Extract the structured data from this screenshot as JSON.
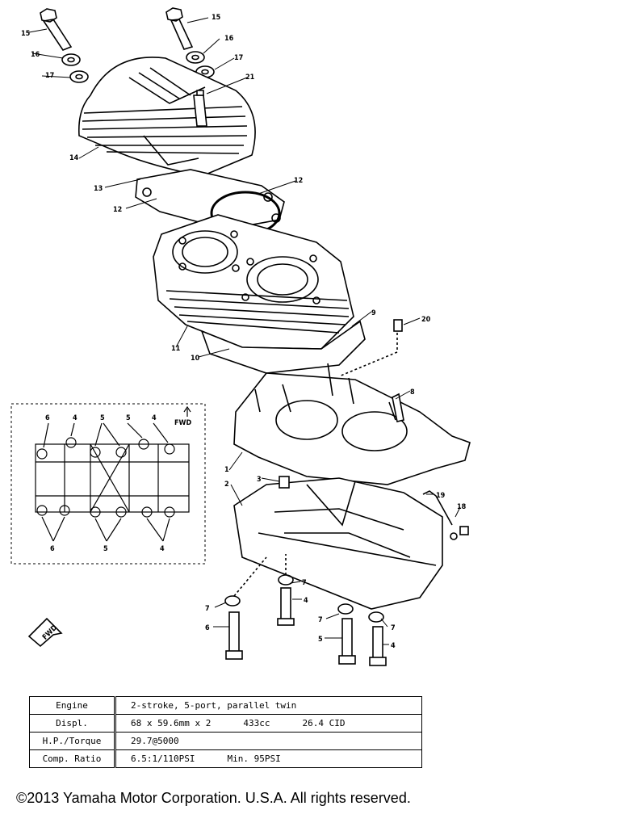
{
  "callouts": {
    "c15a": "15",
    "c15b": "15",
    "c16a": "16",
    "c16b": "16",
    "c17a": "17",
    "c17b": "17",
    "c21": "21",
    "c14": "14",
    "c13": "13",
    "c12a": "12",
    "c12b": "12",
    "c11": "11",
    "c10": "10",
    "c9": "9",
    "c20": "20",
    "c8": "8",
    "c1": "1",
    "c2": "2",
    "c3": "3",
    "c19": "19",
    "c18": "18",
    "c7a": "7",
    "c7b": "7",
    "c7c": "7",
    "c7d": "7",
    "c4": "4",
    "c6": "6",
    "c5": "5",
    "c4b": "4"
  },
  "inset": {
    "fwd_label": "FWD",
    "top_labels": [
      "6",
      "4",
      "5",
      "5",
      "4"
    ],
    "bottom_labels": [
      "6",
      "5",
      "4"
    ]
  },
  "fwd_arrow_label": "FWD",
  "spec_table": {
    "rows": [
      {
        "label": "Engine",
        "value": "2-stroke, 5-port, parallel twin"
      },
      {
        "label": "Displ.",
        "value": "68 x 59.6mm x 2",
        "value2": "433cc",
        "value3": "26.4 CID"
      },
      {
        "label": "H.P./Torque",
        "value": "29.7@5000"
      },
      {
        "label": "Comp. Ratio",
        "value": "6.5:1/110PSI",
        "value2": "Min. 95PSI"
      }
    ]
  },
  "copyright": "©2013 Yamaha Motor Corporation. U.S.A. All rights reserved."
}
